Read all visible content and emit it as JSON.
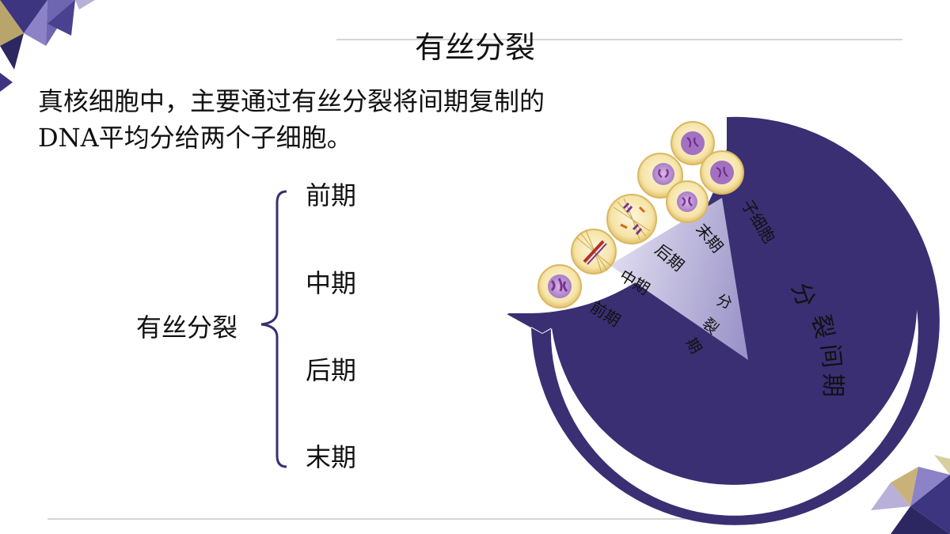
{
  "title": "有丝分裂",
  "intro": {
    "line1": "真核细胞中，主要通过有丝分裂将间期复制的",
    "line2_latin": "DNA",
    "line2_rest": "平均分给两个子细胞。"
  },
  "tree": {
    "root": "有丝分裂",
    "phases": [
      "前期",
      "中期",
      "后期",
      "末期"
    ]
  },
  "cycle": {
    "interphase_chars": [
      "分",
      "裂",
      "间",
      "期"
    ],
    "division_chars": [
      "分",
      "裂",
      "期"
    ],
    "stage_labels": [
      "前期",
      "中期",
      "后期",
      "末期"
    ],
    "daughter_label": "子细胞"
  },
  "colors": {
    "arrow": "#3a2f73",
    "wedge_dark": "#9a93c8",
    "wedge_light": "#f3f1fa",
    "cell_fill": "#f7e9b8",
    "cell_rim": "#d9b862",
    "chromosome": "#7a3590",
    "divider": "#c8c8c8"
  }
}
